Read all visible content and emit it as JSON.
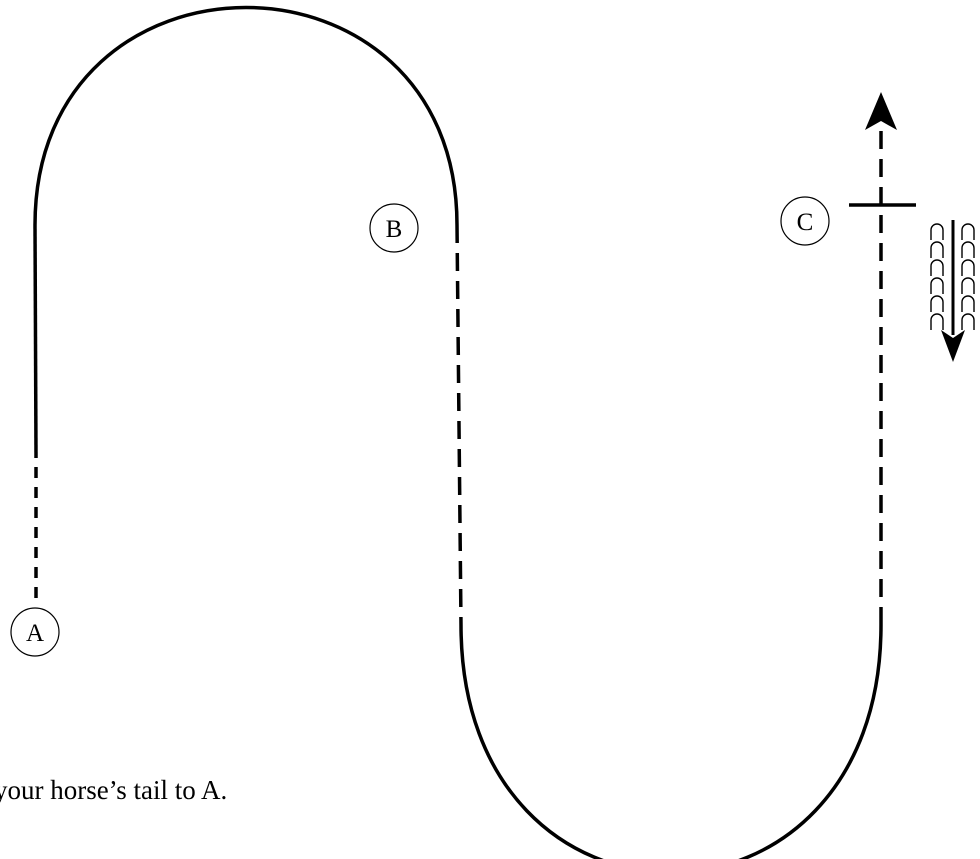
{
  "markers": {
    "a": "A",
    "b": "B",
    "c": "C"
  },
  "caption": "your horse’s tail to A.",
  "icons": {
    "hoofprints": "hoofprints-icon",
    "direction_arrow": "arrow-down-icon",
    "up_arrow": "arrow-up-icon"
  },
  "colors": {
    "line": "#000000",
    "background": "#ffffff"
  }
}
